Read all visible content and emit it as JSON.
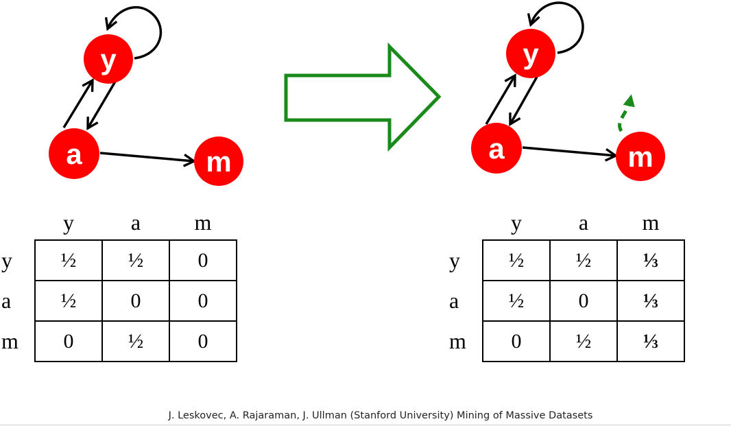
{
  "colors": {
    "node_fill": "#ff0000",
    "node_text": "#ffffff",
    "edge": "#000000",
    "transform_arrow": "#1a8a1a",
    "teleport_edge": "#1a8a1a"
  },
  "left_graph": {
    "nodes": {
      "y": "y",
      "a": "a",
      "m": "m"
    }
  },
  "right_graph": {
    "nodes": {
      "y": "y",
      "a": "a",
      "m": "m"
    }
  },
  "left_matrix": {
    "columns": [
      "y",
      "a",
      "m"
    ],
    "rows": [
      {
        "label": "y",
        "cells": [
          "½",
          "½",
          "0"
        ]
      },
      {
        "label": "a",
        "cells": [
          "½",
          "0",
          "0"
        ]
      },
      {
        "label": "m",
        "cells": [
          "0",
          "½",
          "0"
        ]
      }
    ]
  },
  "right_matrix": {
    "columns": [
      "y",
      "a",
      "m"
    ],
    "rows": [
      {
        "label": "y",
        "cells": [
          "½",
          "½",
          "⅓"
        ]
      },
      {
        "label": "a",
        "cells": [
          "½",
          "0",
          "⅓"
        ]
      },
      {
        "label": "m",
        "cells": [
          "0",
          "½",
          "⅓"
        ]
      }
    ]
  },
  "footer": "J. Leskovec, A. Rajaraman, J. Ullman (Stanford University) Mining of Massive Datasets"
}
